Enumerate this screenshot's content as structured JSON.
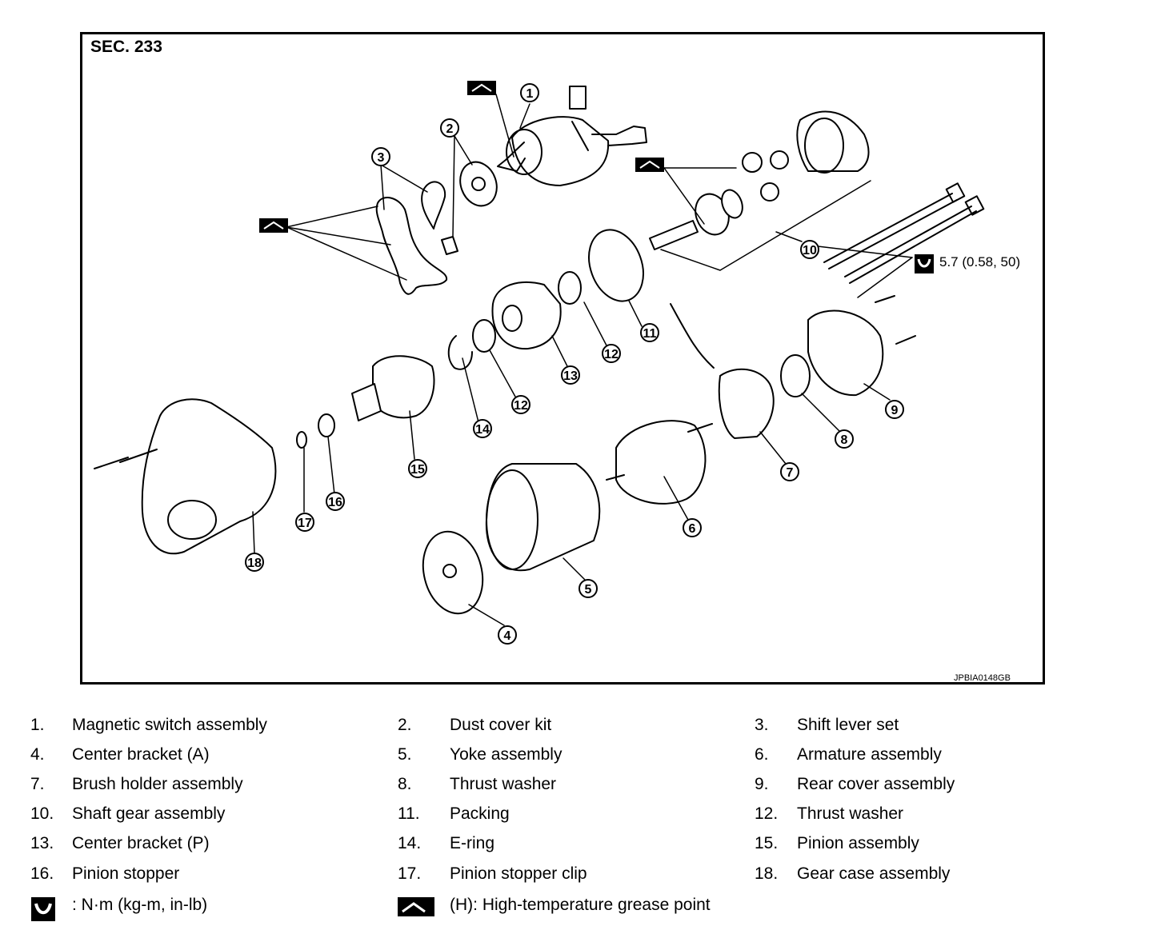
{
  "section": "SEC. 233",
  "reference_code": "JPBIA0148GB",
  "torque_callout": "5.7 (0.58, 50)",
  "badges": [
    "1",
    "2",
    "3",
    "4",
    "5",
    "6",
    "7",
    "8",
    "9",
    "10",
    "11",
    "12",
    "12",
    "13",
    "14",
    "15",
    "16",
    "17",
    "18"
  ],
  "legend": [
    {
      "num": "1.",
      "label": "Magnetic switch assembly"
    },
    {
      "num": "2.",
      "label": "Dust cover kit"
    },
    {
      "num": "3.",
      "label": "Shift lever set"
    },
    {
      "num": "4.",
      "label": "Center bracket (A)"
    },
    {
      "num": "5.",
      "label": "Yoke assembly"
    },
    {
      "num": "6.",
      "label": "Armature assembly"
    },
    {
      "num": "7.",
      "label": "Brush holder assembly"
    },
    {
      "num": "8.",
      "label": "Thrust washer"
    },
    {
      "num": "9.",
      "label": "Rear cover assembly"
    },
    {
      "num": "10.",
      "label": "Shaft gear assembly"
    },
    {
      "num": "11.",
      "label": "Packing"
    },
    {
      "num": "12.",
      "label": "Thrust washer"
    },
    {
      "num": "13.",
      "label": "Center bracket (P)"
    },
    {
      "num": "14.",
      "label": "E-ring"
    },
    {
      "num": "15.",
      "label": "Pinion assembly"
    },
    {
      "num": "16.",
      "label": "Pinion stopper"
    },
    {
      "num": "17.",
      "label": "Pinion stopper clip"
    },
    {
      "num": "18.",
      "label": "Gear case assembly"
    }
  ],
  "symbols": {
    "torque": ": N·m (kg-m, in-lb)",
    "grease": "(H): High-temperature grease point"
  },
  "icons": {
    "torque": "torque-wrench-icon",
    "grease": "grease-point-icon"
  }
}
